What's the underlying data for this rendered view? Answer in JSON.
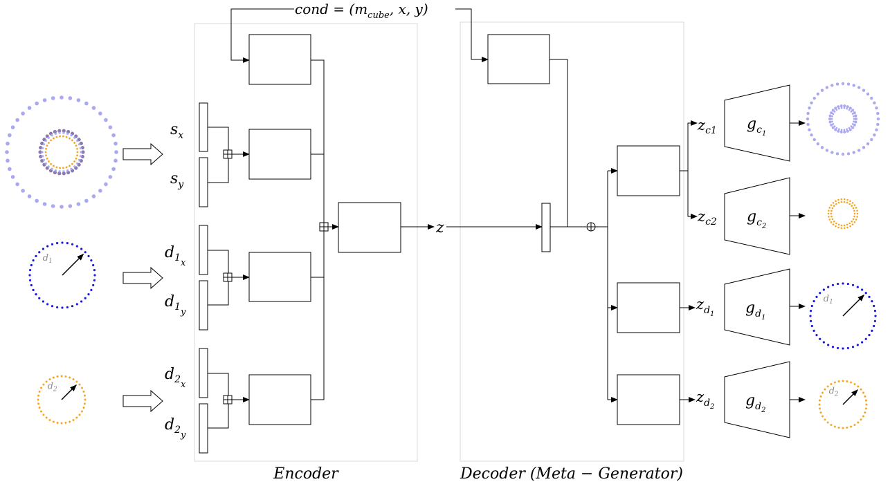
{
  "labels": {
    "cond_text": "cond = (m",
    "cond_sub": "cube",
    "cond_tail": ", x, y)",
    "encoder": "Encoder",
    "decoder": "Decoder (Meta − Generator)",
    "z": "z",
    "s": "s",
    "x": "x",
    "y": "y",
    "d": "d",
    "one": "1",
    "two": "2",
    "zc": "z",
    "c1": "c1",
    "c2": "c2",
    "g": "g",
    "c": "c",
    "d1_tag": "d",
    "d1_tag_sub": "1",
    "d2_tag_sub": "2"
  },
  "colors": {
    "lavender": "#aaa8f0",
    "purple": "#8a7ab0",
    "orange": "#f5a623",
    "blue": "#1a1ae0",
    "gray_text": "#8c8c8c",
    "panel_border": "#d9d9d9"
  },
  "symbols": {
    "boxplus": "⊞",
    "oplus": "⊕"
  }
}
